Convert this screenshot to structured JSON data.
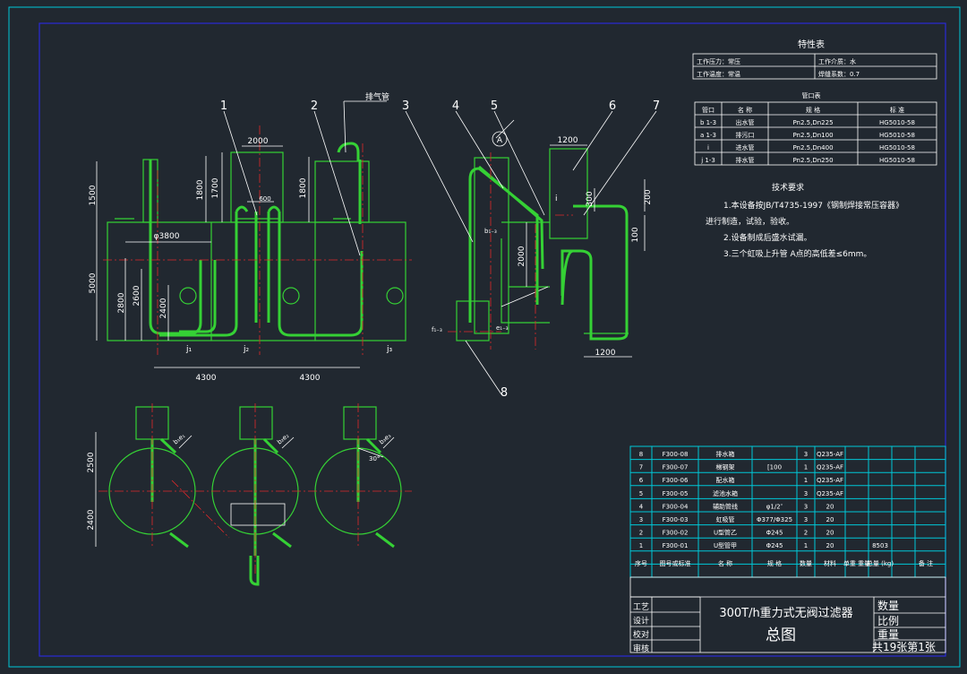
{
  "colors": {
    "background": "#212830",
    "frame": "#00c8d8",
    "equipment": "#35d135",
    "centerline": "#e0282a",
    "text": "#ffffff",
    "border_blue": "#2a2ad8"
  },
  "balloons": [
    "1",
    "2",
    "3",
    "4",
    "5",
    "6",
    "7",
    "8"
  ],
  "vent_label": "排气管",
  "detail_a": "A",
  "dims": {
    "d2000a": "2000",
    "d600": "600",
    "d1500": "1500",
    "d1800a": "1800",
    "d1700": "1700",
    "d1800b": "1800",
    "d3800": "φ3800",
    "d5000": "5000",
    "d2800": "2800",
    "d2600": "2600",
    "d2400a": "2400",
    "d4300a": "4300",
    "d4300b": "4300",
    "d1200a": "1200",
    "d300": "300",
    "d200": "200",
    "d100": "100",
    "d2000b": "2000",
    "d1200b": "1200",
    "d2500": "2500",
    "d2400b": "2400",
    "d30": "30°"
  },
  "nozzles": {
    "j1": "j₁",
    "j2": "j₂",
    "j3": "j₃",
    "i": "i",
    "b": "b₁₋₃",
    "f": "f₁₋₃",
    "e": "e₁₋₃",
    "be1": "b₁e₁",
    "be2": "b₂e₂",
    "be3": "b₃e₃"
  },
  "char_table": {
    "title": "特性表",
    "r1c1": "工作压力：常压",
    "r1c2": "工作介质：水",
    "r2c1": "工作温度：常温",
    "r2c2": "焊缝系数：0.7"
  },
  "nozzle_table": {
    "title": "管口表",
    "headers": [
      "管口",
      "名 称",
      "规 格",
      "标 准"
    ],
    "rows": [
      [
        "b 1-3",
        "出水管",
        "Pn2.5,Dn225",
        "HG5010-58"
      ],
      [
        "a 1-3",
        "排污口",
        "Pn2.5,Dn100",
        "HG5010-58"
      ],
      [
        "i",
        "进水管",
        "Pn2.5,Dn400",
        "HG5010-58"
      ],
      [
        "j 1-3",
        "排水管",
        "Pn2.5,Dn250",
        "HG5010-58"
      ]
    ]
  },
  "tech_req": {
    "title": "技术要求",
    "l1": "1.本设备按JB/T4735-1997《钢制焊接常压容器》",
    "l2": "进行制造，试验，验收。",
    "l3": "2.设备制成后盛水试漏。",
    "l4": "3.三个虹吸上升管 A点的高低差≤6mm。"
  },
  "parts": [
    [
      "8",
      "F300-08",
      "排水箱",
      "",
      "3",
      "Q235-AF",
      "",
      ""
    ],
    [
      "7",
      "F300-07",
      "梯钢架",
      "[100",
      "1",
      "Q235-AF",
      "",
      ""
    ],
    [
      "6",
      "F300-06",
      "配水箱",
      "",
      "1",
      "Q235-AF",
      "",
      ""
    ],
    [
      "5",
      "F300-05",
      "滤池水箱",
      "",
      "3",
      "Q235-AF",
      "",
      ""
    ],
    [
      "4",
      "F300-04",
      "辅助管线",
      "φ1/2″",
      "3",
      "20",
      "",
      ""
    ],
    [
      "3",
      "F300-03",
      "虹吸管",
      "Φ377/Φ325",
      "3",
      "20",
      "",
      ""
    ],
    [
      "2",
      "F300-02",
      "U型管乙",
      "Φ245",
      "2",
      "20",
      "",
      ""
    ],
    [
      "1",
      "F300-01",
      "U型管甲",
      "Φ245",
      "1",
      "20",
      "",
      "8503"
    ]
  ],
  "parts_header": [
    "序号",
    "图号或标准",
    "名 称",
    "规 格",
    "数量",
    "材料",
    "单重 重量",
    "总量 (kg)",
    "备 注"
  ],
  "title_block": {
    "roles": [
      "工艺",
      "设计",
      "校对",
      "审核"
    ],
    "name": "300T/h重力式无阀过滤器",
    "subtitle": "总图",
    "qty_label": "数量",
    "scale_label": "比例",
    "weight_label": "重量",
    "sheets": "共19张第1张"
  }
}
